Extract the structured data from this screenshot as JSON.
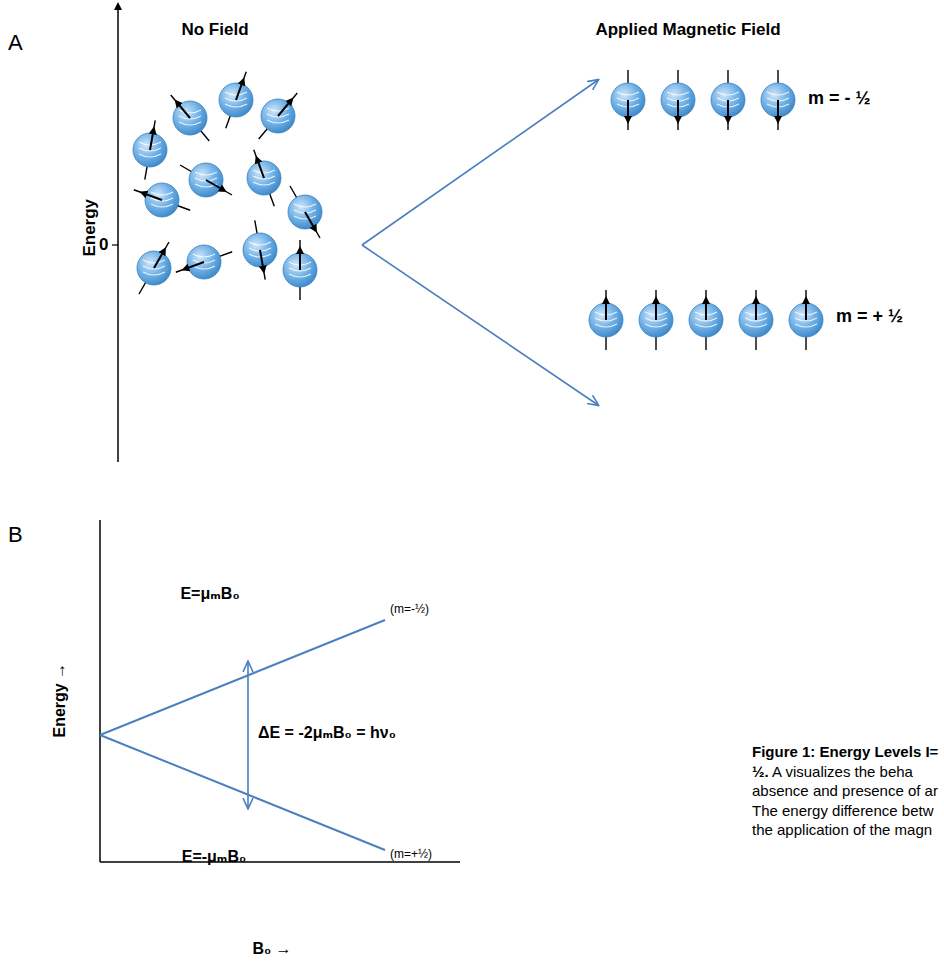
{
  "diagram": {
    "caption": "Figure 1: Energy Levels I= ½.",
    "labels": [
      "A",
      "Energy",
      "0",
      "No Field",
      "Applied Magnetic Field",
      "m = - ½",
      "m = + ½",
      "B",
      "Energy →",
      "B₀ →",
      "E=μₘB₀",
      "(m=-½)",
      "E=-μₘB₀",
      "(m=+½)",
      "ΔE = -2μₘB₀ = hν₀",
      "A visualizes the beha absence and presence of ar The energy difference betw the application of the magn"
    ]
  }
}
